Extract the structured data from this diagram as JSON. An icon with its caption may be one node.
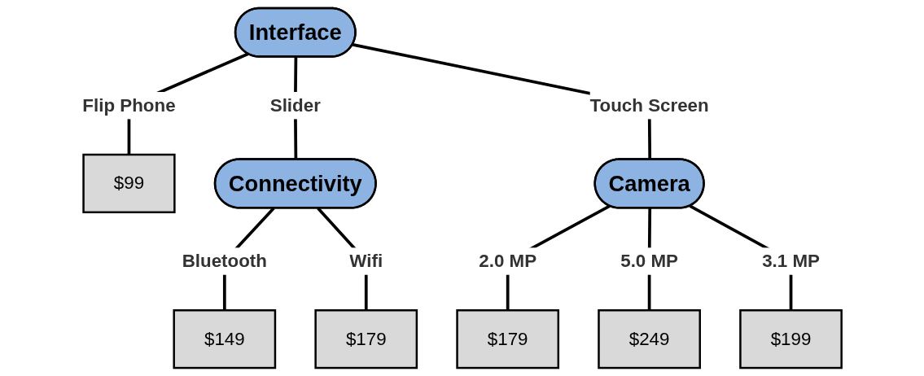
{
  "diagram": {
    "nodes": [
      {
        "text": [
          "Interface"
        ]
      },
      {
        "text": [
          "$99"
        ]
      },
      {
        "text": [
          "Connectivity"
        ]
      },
      {
        "text": [
          "Camera"
        ]
      },
      {
        "text": [
          "$149"
        ]
      },
      {
        "text": [
          "$179"
        ]
      },
      {
        "text": [
          "$179"
        ]
      },
      {
        "text": [
          "$249"
        ]
      },
      {
        "text": [
          "$199"
        ]
      }
    ],
    "edges": [
      {
        "from": 0,
        "to": 1,
        "label": "Flip Phone",
        "arrow": "none"
      },
      {
        "from": 0,
        "to": 2,
        "label": "Slider",
        "arrow": "none"
      },
      {
        "from": 0,
        "to": 3,
        "label": "Touch Screen",
        "arrow": "none"
      },
      {
        "from": 2,
        "to": 4,
        "label": "Bluetooth",
        "arrow": "none"
      },
      {
        "from": 2,
        "to": 5,
        "label": "Wifi",
        "arrow": "none"
      },
      {
        "from": 3,
        "to": 6,
        "label": "2.0 MP",
        "arrow": "none"
      },
      {
        "from": 3,
        "to": 7,
        "label": "5.0 MP",
        "arrow": "none"
      },
      {
        "from": 3,
        "to": 8,
        "label": "3.1 MP",
        "arrow": "none"
      }
    ]
  }
}
